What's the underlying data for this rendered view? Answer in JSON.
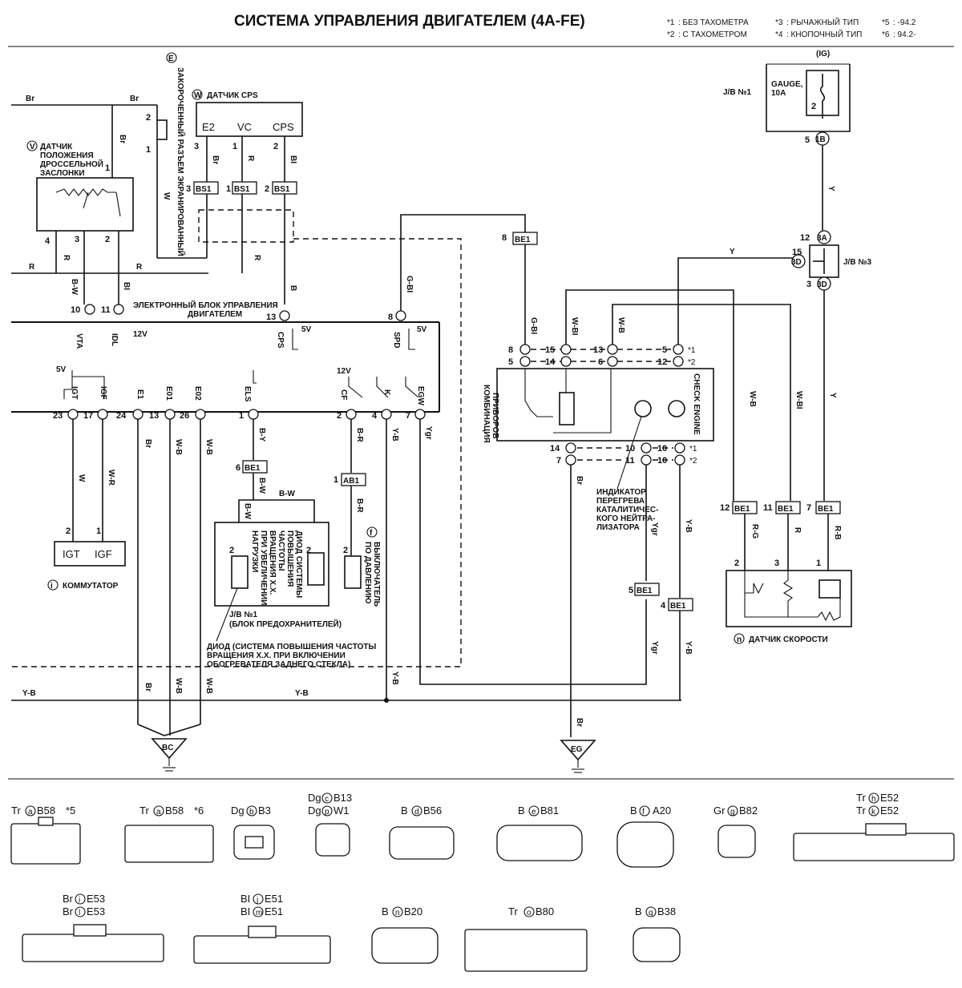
{
  "title": "СИСТЕМА УПРАВЛЕНИЯ ДВИГАТЕЛЕМ (4A-FE)",
  "legend": [
    {
      "mark": "*1",
      "text": ": БЕЗ ТАХОМЕТРА"
    },
    {
      "mark": "*2",
      "text": ": С ТАХОМЕТРОМ"
    },
    {
      "mark": "*3",
      "text": ": РЫЧАЖНЫЙ ТИП"
    },
    {
      "mark": "*4",
      "text": ": КНОПОЧНЫЙ ТИП"
    },
    {
      "mark": "*5",
      "text": ": -94.2"
    },
    {
      "mark": "*6",
      "text": ": 94.2-"
    }
  ],
  "components": {
    "throttle_sensor": [
      "ДАТЧИК",
      "ПОЛОЖЕНИЯ",
      "ДРОССЕЛЬНОЙ",
      "ЗАСЛОНКИ"
    ],
    "throttle_letter": "V",
    "cps_sensor": "ДАТЧИК CPS",
    "cps_letter": "W",
    "cps_pins": [
      "E2",
      "VC",
      "CPS"
    ],
    "shorted_connector": "ЗАКОРОЧЕННЫЙ РАЗЪЕМ ЭКРАНИРОВАННЫЙ",
    "shorted_letter": "E",
    "ecu": [
      "ЭЛЕКТРОННЫЙ БЛОК УПРАВЛЕНИЯ",
      "ДВИГАТЕЛЕМ"
    ],
    "ecu_terms": [
      "VTA",
      "IDL",
      "CPS",
      "SPD",
      "IGT",
      "IGF",
      "E1",
      "E01",
      "E02",
      "ELS",
      "CF",
      "K",
      "EGW"
    ],
    "v12": "12V",
    "v5": "5V",
    "igniter_pins": [
      "IGT",
      "IGF"
    ],
    "igniter": "КОММУТАТОР",
    "igniter_letter": "i",
    "jb1_diode": [
      "ДИОД СИСТЕМЫ",
      "ПОВЫШЕНИЯ",
      "ЧАСТОТЫ",
      "ВРАЩЕНИЯ Х.Х.",
      "ПРИ УВЕЛИЧЕНИИ",
      "НАГРУЗКИ"
    ],
    "jb1": [
      "J/B №1",
      "(БЛОК ПРЕДОХРАНИТЕЛЕЙ)"
    ],
    "diode_note": [
      "ДИОД (СИСТЕМА ПОВЫШЕНИЯ ЧАСТОТЫ",
      "ВРАЩЕНИЯ Х.Х. ПРИ ВКЛЮЧЕНИИ",
      "ОБОГРЕВАТЕЛЯ ЗАДНЕГО СТЕКЛА)"
    ],
    "pressure_switch": [
      "ВЫКЛЮЧАТЕЛЬ",
      "ПО ДАВЛЕНИЮ"
    ],
    "pressure_letter": "f",
    "ig": "(IG)",
    "jb1_gauge": "J/B №1",
    "gauge": [
      "GAUGE,",
      "10A"
    ],
    "jb3": "J/B №3",
    "combo": [
      "КОМБИНАЦИЯ",
      "ПРИБОРОВ"
    ],
    "check_engine": "CHECK ENGINE",
    "catalyst": [
      "ИНДИКАТОР",
      "ПЕРЕГРЕВА",
      "КАТАЛИТИЧЕС-",
      "КОГО НЕЙТРА-",
      "ЛИЗАТОРА"
    ],
    "speed_sensor": "ДАТЧИК СКОРОСТИ",
    "speed_letter": "n",
    "grounds": [
      "BC",
      "EG"
    ]
  },
  "wires": [
    "Br",
    "R",
    "B-W",
    "BI",
    "W",
    "B",
    "G-BI",
    "Y",
    "W-BI",
    "W-B",
    "W-R",
    "B-Y",
    "B-R",
    "Y-B",
    "Ygr",
    "R-G",
    "R-B"
  ],
  "connectors": [
    "BS1",
    "BE1",
    "AB1",
    "1B",
    "3A",
    "3D"
  ],
  "connector_views": [
    {
      "id": "tr-b58-5",
      "color": "Tr",
      "letter": "a",
      "code": "B58",
      "note": "*5"
    },
    {
      "id": "tr-b58-6",
      "color": "Tr",
      "letter": "a",
      "code": "B58",
      "note": "*6"
    },
    {
      "id": "dg-b3",
      "color": "Dg",
      "letter": "b",
      "code": "B3"
    },
    {
      "id": "dg-b13",
      "color": "Dg",
      "letter": "c",
      "code": "B13",
      "color2": "Dg",
      "letter2": "p",
      "code2": "W1"
    },
    {
      "id": "b-b56",
      "color": "B",
      "letter": "d",
      "code": "B56"
    },
    {
      "id": "b-b81",
      "color": "B",
      "letter": "e",
      "code": "B81"
    },
    {
      "id": "b-a20",
      "color": "B",
      "letter": "f",
      "code": "A20"
    },
    {
      "id": "gr-b82",
      "color": "Gr",
      "letter": "g",
      "code": "B82"
    },
    {
      "id": "tr-e52",
      "color": "Tr",
      "letter": "h",
      "code": "E52",
      "color2": "Tr",
      "letter2": "k",
      "code2": "E52"
    },
    {
      "id": "br-e53",
      "color": "Br",
      "letter": "i",
      "code": "E53",
      "color2": "Br",
      "letter2": "l",
      "code2": "E53"
    },
    {
      "id": "bi-e51",
      "color": "BI",
      "letter": "j",
      "code": "E51",
      "color2": "BI",
      "letter2": "m",
      "code2": "E51"
    },
    {
      "id": "b-b20",
      "color": "B",
      "letter": "n",
      "code": "B20"
    },
    {
      "id": "tr-b80",
      "color": "Tr",
      "letter": "o",
      "code": "B80"
    },
    {
      "id": "b-b38",
      "color": "B",
      "letter": "q",
      "code": "B38"
    }
  ]
}
